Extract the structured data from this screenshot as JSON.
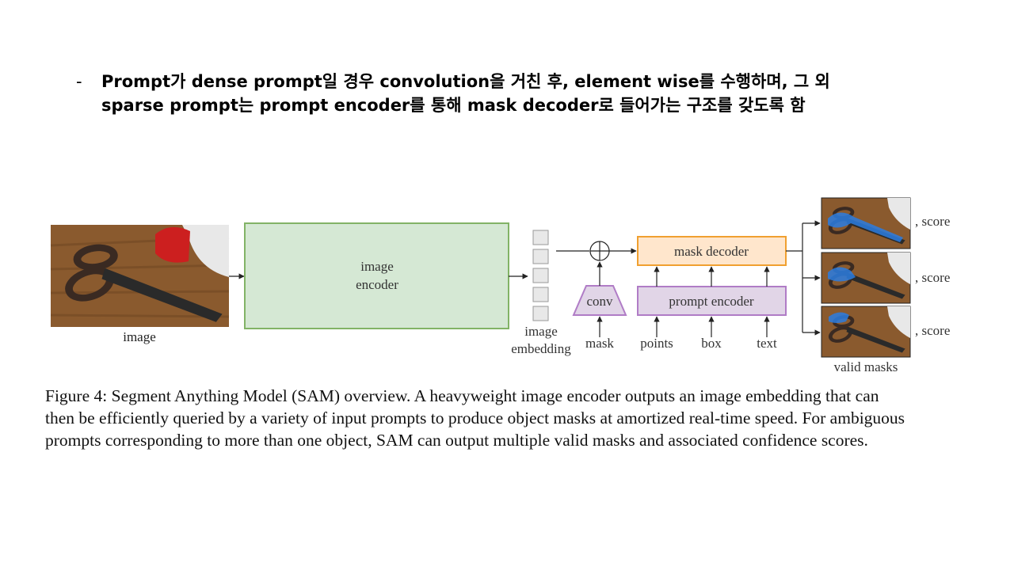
{
  "bullet": {
    "marker": "-",
    "line1": "Prompt가 dense prompt일 경우 convolution을 거친 후, element wise를 수행하며, 그 외",
    "line2": "sparse prompt는 prompt encoder를 통해 mask decoder로 들어가는 구조를 갖도록 함"
  },
  "diagram": {
    "image_label": "image",
    "encoder_line1": "image",
    "encoder_line2": "encoder",
    "embedding_line1": "image",
    "embedding_line2": "embedding",
    "mask_decoder": "mask decoder",
    "conv": "conv",
    "prompt_encoder": "prompt encoder",
    "inputs": {
      "mask": "mask",
      "points": "points",
      "box": "box",
      "text": "text"
    },
    "score": ", score",
    "valid_masks": "valid masks",
    "colors": {
      "encoder_fill": "#d5e8d4",
      "encoder_stroke": "#82b366",
      "decoder_fill": "#ffe6cc",
      "decoder_stroke": "#f0a030",
      "prompt_fill": "#e1d5e7",
      "prompt_stroke": "#b07cc6",
      "mask_blue": "#2a7de1"
    }
  },
  "caption": {
    "line1": "Figure 4: Segment Anything Model (SAM) overview.  A heavyweight image encoder outputs an image embedding that can",
    "line2": "then be efficiently queried by a variety of input prompts to produce object masks at amortized real-time speed. For ambiguous",
    "line3": "prompts corresponding to more than one object, SAM can output multiple valid masks and associated confidence scores."
  }
}
